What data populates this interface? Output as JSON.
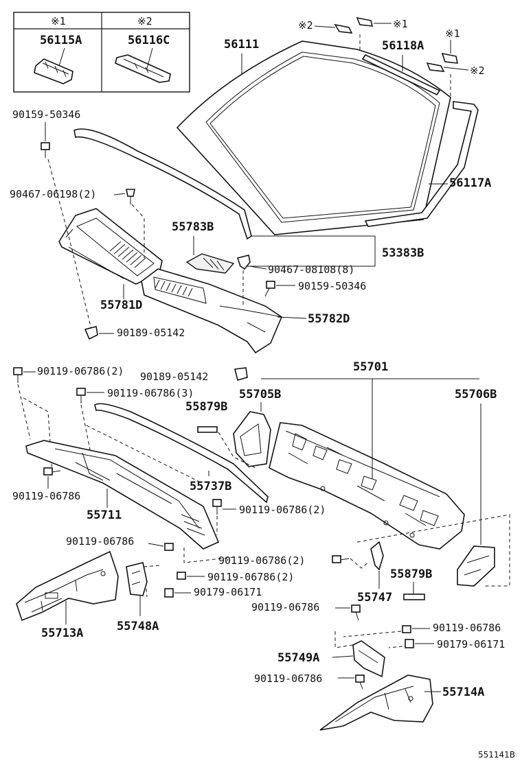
{
  "diagram_id": "551141B",
  "legend": {
    "col1": {
      "mark": "※1",
      "part": "56115A"
    },
    "col2": {
      "mark": "※2",
      "part": "56116C"
    }
  },
  "marks": {
    "m1": "※1",
    "m2": "※2"
  },
  "parts": {
    "p56111": "56111",
    "p56118A": "56118A",
    "p56117A": "56117A",
    "p53383B": "53383B",
    "p55783B": "55783B",
    "p55781D": "55781D",
    "p55782D": "55782D",
    "p55701": "55701",
    "p55705B": "55705B",
    "p55706B": "55706B",
    "p55879B_a": "55879B",
    "p55879B_b": "55879B",
    "p55737B": "55737B",
    "p55711": "55711",
    "p55713A": "55713A",
    "p55748A": "55748A",
    "p55747": "55747",
    "p55749A": "55749A",
    "p55714A": "55714A"
  },
  "fasteners": {
    "f1": "90159-50346",
    "f2": "90467-06198(2)",
    "f3": "90467-08108(8)",
    "f4": "90159-50346",
    "f5": "90189-05142",
    "f6": "90119-06786(2)",
    "f7": "90189-05142",
    "f8": "90119-06786(3)",
    "f9": "90119-06786",
    "f10": "90119-06786(2)",
    "f11": "90119-06786",
    "f12": "90119-06786(2)",
    "f13": "90179-06171",
    "f14": "90119-06786(2)",
    "f15": "90119-06786",
    "f16": "90119-06786",
    "f17": "90179-06171",
    "f18": "90119-06786"
  }
}
